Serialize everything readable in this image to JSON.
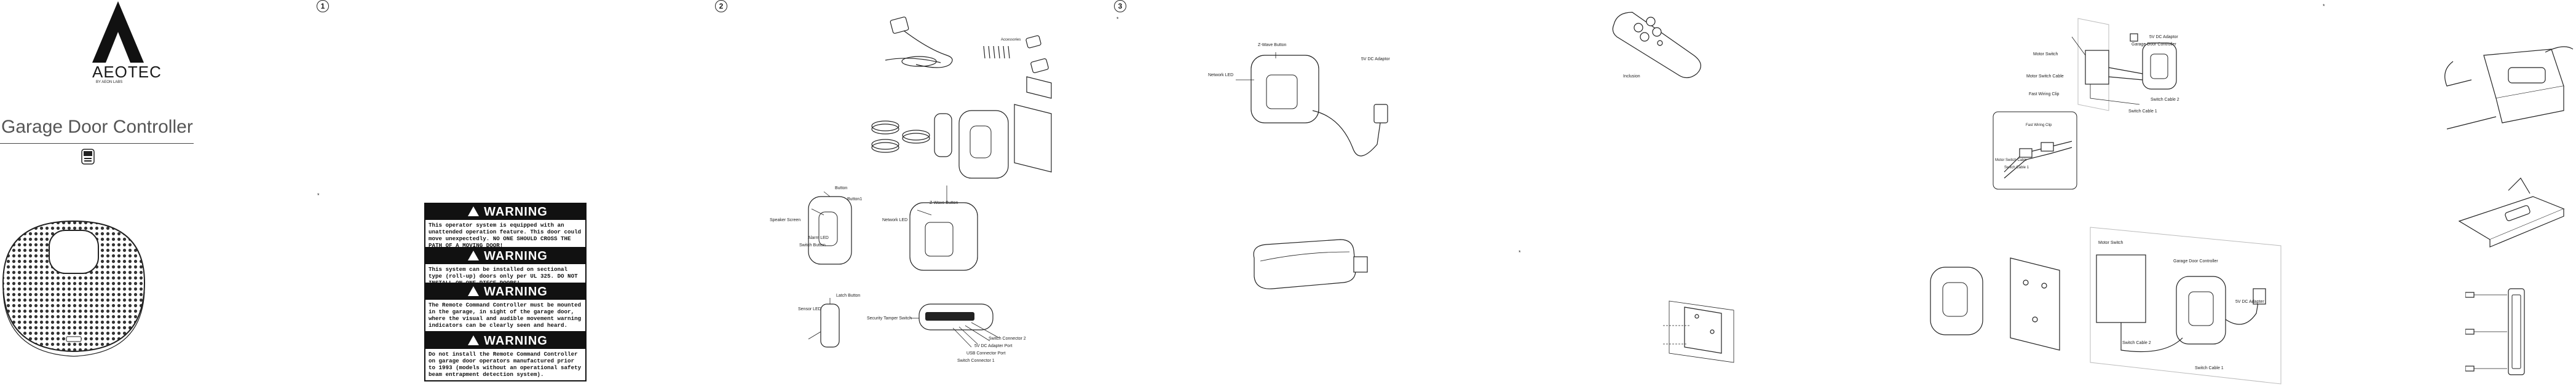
{
  "cover": {
    "brand": "AEOTEC",
    "brand_sub": "BY AEON LABS",
    "product_title": "Garage Door Controller"
  },
  "steps": [
    {
      "number": "1"
    },
    {
      "number": "2"
    },
    {
      "number": "3"
    }
  ],
  "warnings": [
    {
      "heading": "WARNING",
      "text": "This operator system is equipped with an unattended operation feature. This door could move unexpectedly. NO ONE SHOULD CROSS THE PATH OF A MOVING DOOR!"
    },
    {
      "heading": "WARNING",
      "text": "This system can be installed on sectional type (roll-up) doors only per UL 325. DO NOT INSTALL ON ONE-PIECE DOORS!"
    },
    {
      "heading": "WARNING",
      "text": "The Remote Command Controller must be mounted in the garage, in sight of the garage door, where the visual and audible movement warning indicators can be clearly seen and heard."
    },
    {
      "heading": "WARNING",
      "text": "Do not install the Remote Command Controller on garage door operators manufactured prior to 1993 (models without an operational safety beam entrapment detection system)."
    }
  ],
  "labels": {
    "accessories": "Accessories",
    "button": "Button",
    "button1": "Button1",
    "speaker_screen": "Speaker Screen",
    "alarm_led": "Alarm LED",
    "switch_button": "Switch Button",
    "network_led": "Network LED",
    "z_wave_button": "Z-Wave Button",
    "latch_button": "Latch Button",
    "sensor_led": "Sensor LED",
    "security_tamper_switch": "Security Tamper Switch",
    "switch_connector_2": "Switch Connector 2",
    "dc_adapter_port": "5V DC Adapter Port",
    "usb_connector_port": "USB Connector Port",
    "switch_connector_1": "Switch Connector 1",
    "network_led_2": "Network LED",
    "z_wave_button_2": "Z-Wave Button",
    "dc_adaptor": "5V DC Adaptor",
    "inclusion": "Inclusion",
    "motor_switch": "Motor Switch",
    "motor_switch_cable": "Motor Switch Cable",
    "fast_wiring_clip": "Fast Wiring Clip",
    "dc_adaptor_2": "5V DC Adaptor",
    "garage_door_controller": "Garage Door Controller",
    "switch_cable_2": "Switch Cable 2",
    "switch_cable_1": "Switch Cable 1",
    "fast_wiring_clip_2": "Fast Wiring Clip",
    "motor_switch_cable_2": "Motor Switch Cable",
    "switch_cable_1b": "Switch Cable 1",
    "motor_switch_2": "Motor Switch",
    "garage_door_controller_2": "Garage Door Controller",
    "dc_adapter_3": "5V DC Adapter",
    "switch_cable_2b": "Switch Cable 2",
    "switch_cable_1c": "Switch Cable 1"
  }
}
